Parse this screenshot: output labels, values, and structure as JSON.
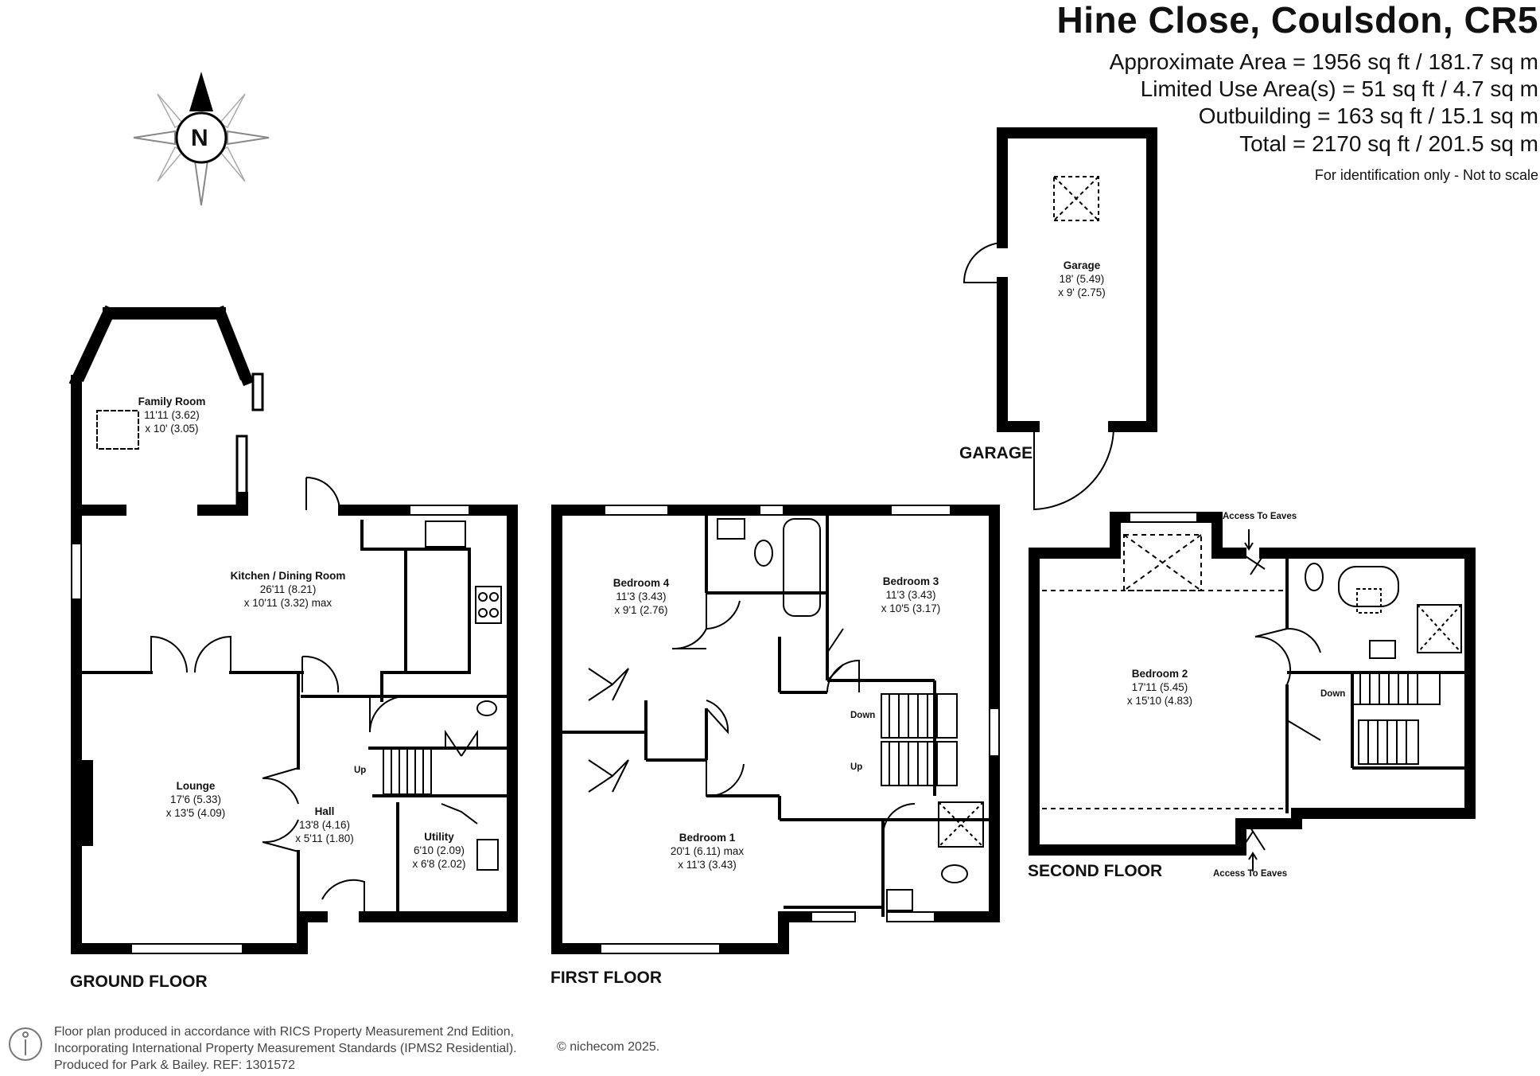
{
  "header": {
    "title": "Hine Close, Coulsdon, CR5",
    "areas": [
      "Approximate Area = 1956 sq ft / 181.7 sq m",
      "Limited Use Area(s) = 51 sq ft / 4.7 sq m",
      "Outbuilding = 163 sq ft / 15.1 sq m",
      "Total = 2170 sq ft / 201.5 sq m"
    ],
    "note": "For identification only - Not to scale"
  },
  "compass": {
    "label": "N"
  },
  "floors": {
    "ground": "GROUND FLOOR",
    "first": "FIRST FLOOR",
    "second": "SECOND FLOOR",
    "garage": "GARAGE"
  },
  "rooms": {
    "family_room": {
      "name": "Family Room",
      "dim1": "11'11 (3.62)",
      "dim2": "x 10' (3.05)"
    },
    "kitchen": {
      "name": "Kitchen / Dining Room",
      "dim1": "26'11 (8.21)",
      "dim2": "x 10'11 (3.32) max"
    },
    "lounge": {
      "name": "Lounge",
      "dim1": "17'6 (5.33)",
      "dim2": "x 13'5 (4.09)"
    },
    "hall": {
      "name": "Hall",
      "dim1": "13'8 (4.16)",
      "dim2": "x 5'11 (1.80)"
    },
    "utility": {
      "name": "Utility",
      "dim1": "6'10 (2.09)",
      "dim2": "x 6'8 (2.02)"
    },
    "bedroom4": {
      "name": "Bedroom 4",
      "dim1": "11'3 (3.43)",
      "dim2": "x 9'1 (2.76)"
    },
    "bedroom3": {
      "name": "Bedroom 3",
      "dim1": "11'3 (3.43)",
      "dim2": "x 10'5 (3.17)"
    },
    "bedroom1": {
      "name": "Bedroom 1",
      "dim1": "20'1 (6.11) max",
      "dim2": "x 11'3 (3.43)"
    },
    "bedroom2": {
      "name": "Bedroom 2",
      "dim1": "17'11 (5.45)",
      "dim2": "x 15'10 (4.83)"
    },
    "garage": {
      "name": "Garage",
      "dim1": "18' (5.49)",
      "dim2": "x 9' (2.75)"
    }
  },
  "stair_labels": {
    "ground_up": "Up",
    "first_down": "Down",
    "first_up": "Up",
    "second_down": "Down"
  },
  "eaves_labels": {
    "top": "Access To Eaves",
    "bottom": "Access To Eaves"
  },
  "footer": {
    "lines": [
      "Floor plan produced in accordance with RICS Property Measurement 2nd Edition,",
      "Incorporating International Property Measurement Standards (IPMS2 Residential).",
      "Produced for Park & Bailey.   REF:  1301572"
    ],
    "copyright": "© nichecom 2025."
  }
}
